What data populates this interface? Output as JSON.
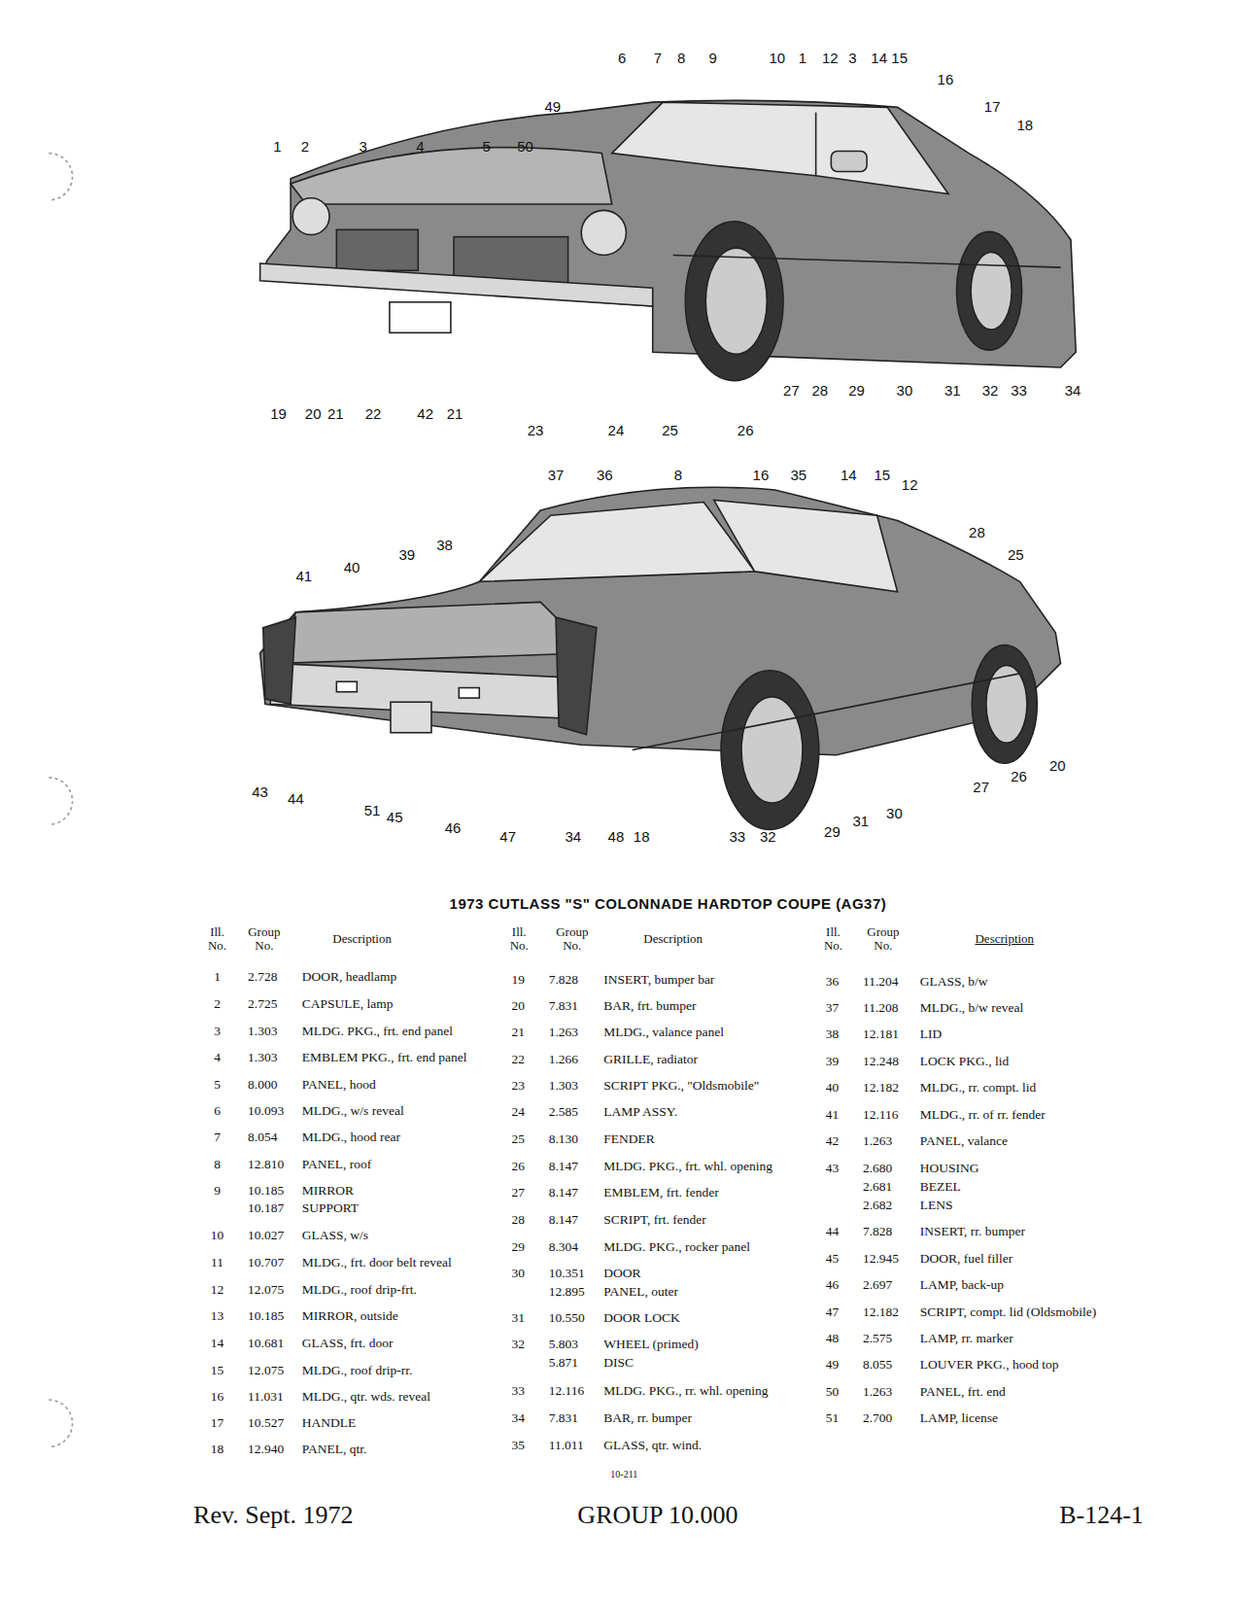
{
  "diagram": {
    "title": "1973 CUTLASS \"S\" COLONNADE HARDTOP COUPE (AG37)",
    "labels": [
      "6",
      "7",
      "8",
      "9",
      "10",
      "1",
      "12",
      "3",
      "14",
      "15",
      "16",
      "17",
      "18",
      "49",
      "5",
      "50",
      "1",
      "2",
      "3",
      "4",
      "19",
      "20",
      "21",
      "22",
      "42",
      "21",
      "23",
      "24",
      "25",
      "26",
      "27",
      "28",
      "29",
      "30",
      "31",
      "32",
      "33",
      "34",
      "37",
      "36",
      "8",
      "16",
      "35",
      "14",
      "15",
      "12",
      "28",
      "25",
      "38",
      "39",
      "40",
      "41",
      "43",
      "44",
      "51",
      "45",
      "46",
      "47",
      "34",
      "48",
      "18",
      "33",
      "32",
      "29",
      "31",
      "30",
      "27",
      "26",
      "20",
      "Ill. No.",
      "Group No.",
      "Description",
      "Ill. No.",
      "Group No.",
      "Description",
      "Ill. No.",
      "Group No.",
      "Description",
      "1",
      "2.728",
      "DOOR, headlamp",
      "2",
      "2.725",
      "CAPSULE, lamp",
      "3",
      "1.303",
      "MLDG. PKG., frt. end panel",
      "4",
      "1.303",
      "EMBLEM PKG., frt. end panel",
      "5",
      "8.000",
      "PANEL, hood",
      "6",
      "10.093",
      "MLDG., w/s reveal",
      "7",
      "8.054",
      "MLDG., hood rear",
      "8",
      "12.810",
      "PANEL, roof",
      "9",
      "10.185",
      "MIRROR",
      "10.187",
      "SUPPORT",
      "10",
      "10.027",
      "GLASS, w/s",
      "11",
      "10.707",
      "MLDG., frt. door belt reveal",
      "12",
      "12.075",
      "MLDG., roof drip-frt.",
      "13",
      "10.185",
      "MIRROR, outside",
      "14",
      "10.681",
      "GLASS, frt. door",
      "15",
      "12.075",
      "MLDG., roof drip-rr.",
      "16",
      "11.031",
      "MLDG., qtr. wds. reveal",
      "17",
      "10.527",
      "HANDLE",
      "18",
      "12.940",
      "PANEL, qtr.",
      "19",
      "7.828",
      "INSERT, bumper bar",
      "20",
      "7.831",
      "BAR, frt. bumper",
      "21",
      "1.263",
      "MLDG., valance panel",
      "22",
      "1.266",
      "GRILLE, radiator",
      "23",
      "1.303",
      "SCRIPT PKG., \"Oldsmobile\"",
      "24",
      "2.585",
      "LAMP ASSY.",
      "25",
      "8.130",
      "FENDER",
      "26",
      "8.147",
      "MLDG. PKG., frt. whl. opening",
      "27",
      "8.147",
      "EMBLEM, frt. fender",
      "28",
      "8.147",
      "SCRIPT, frt. fender",
      "29",
      "8.304",
      "MLDG. PKG., rocker panel",
      "30",
      "10.351",
      "DOOR",
      "12.895",
      "PANEL, outer",
      "31",
      "10.550",
      "DOOR LOCK",
      "32",
      "5.803",
      "WHEEL (primed)",
      "5.871",
      "DISC",
      "33",
      "12.116",
      "MLDG. PKG., rr. whl. opening",
      "34",
      "7.831",
      "BAR, rr. bumper",
      "35",
      "11.011",
      "GLASS, qtr. wind.",
      "36",
      "11.204",
      "GLASS, b/w",
      "37",
      "11.208",
      "MLDG., b/w reveal",
      "38",
      "12.181",
      "LID",
      "39",
      "12.248",
      "LOCK PKG., lid",
      "40",
      "12.182",
      "MLDG., rr. compt. lid",
      "41",
      "12.116",
      "MLDG., rr. of rr. fender",
      "42",
      "1.263",
      "PANEL, valance",
      "43",
      "2.680",
      "HOUSING",
      "2.681",
      "BEZEL",
      "2.682",
      "LENS",
      "44",
      "7.828",
      "INSERT, rr. bumper",
      "45",
      "12.945",
      "DOOR, fuel filler",
      "46",
      "2.697",
      "LAMP, back-up",
      "47",
      "12.182",
      "SCRIPT, compt. lid (Oldsmobile)",
      "48",
      "2.575",
      "LAMP, rr. marker",
      "49",
      "8.055",
      "LOUVER PKG., hood top",
      "50",
      "1.263",
      "PANEL, frt. end",
      "51",
      "2.700",
      "LAMP, license",
      "10-211",
      "Rev. Sept. 1972",
      "GROUP 10.000",
      "B-124-1"
    ]
  }
}
